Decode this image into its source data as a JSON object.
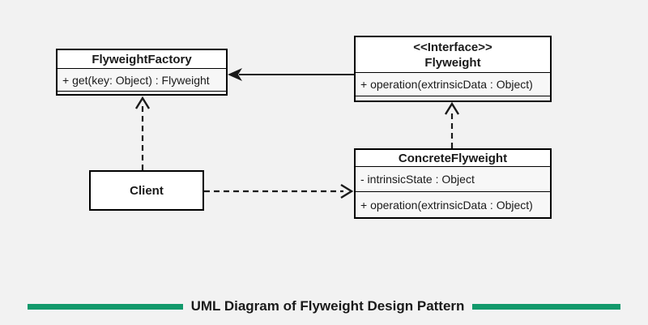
{
  "title": "UML Diagram of Flyweight Design Pattern",
  "colors": {
    "accent": "#12996b",
    "background": "#f2f2f2",
    "line": "#1a1a1a"
  },
  "classes": {
    "flyweight_factory": {
      "name": "FlyweightFactory",
      "methods": [
        "+ get(key: Object) : Flyweight"
      ]
    },
    "flyweight": {
      "stereotype": "<<Interface>>",
      "name": "Flyweight",
      "methods": [
        "+ operation(extrinsicData : Object)"
      ]
    },
    "concrete_flyweight": {
      "name": "ConcreteFlyweight",
      "attributes": [
        "- intrinsicState : Object"
      ],
      "methods": [
        "+ operation(extrinsicData : Object)"
      ]
    },
    "client": {
      "name": "Client"
    }
  },
  "relationships": [
    {
      "from": "Flyweight",
      "to": "FlyweightFactory",
      "line": "solid",
      "arrowhead": "filled",
      "arrowhead_at": "FlyweightFactory"
    },
    {
      "from": "Client",
      "to": "FlyweightFactory",
      "line": "dashed",
      "arrowhead": "open",
      "arrowhead_at": "FlyweightFactory"
    },
    {
      "from": "ConcreteFlyweight",
      "to": "Flyweight",
      "line": "dashed",
      "arrowhead": "open",
      "arrowhead_at": "Flyweight"
    },
    {
      "from": "Client",
      "to": "ConcreteFlyweight",
      "line": "dashed",
      "arrowhead": "open",
      "arrowhead_at": "ConcreteFlyweight"
    }
  ]
}
